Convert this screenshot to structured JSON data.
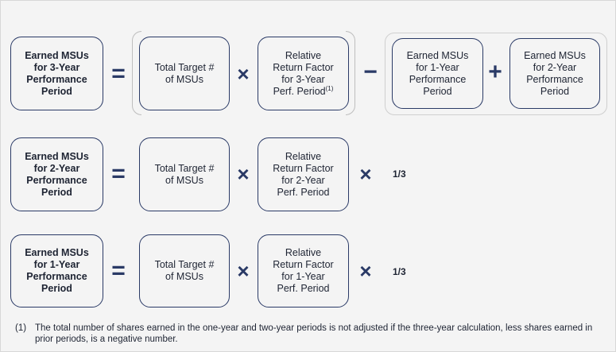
{
  "rows": [
    {
      "result": "Earned MSUs\nfor 3-Year\nPerformance\nPeriod",
      "equals": "=",
      "target": "Total Target #\nof MSUs",
      "times": "×",
      "factor": "Relative\nReturn Factor\nfor 3-Year\nPerf. Period",
      "factor_footnote": "(1)",
      "minus": "−",
      "earned_1yr": "Earned MSUs\nfor 1-Year\nPerformance\nPeriod",
      "plus": "+",
      "earned_2yr": "Earned MSUs\nfor 2-Year\nPerformance\nPeriod"
    },
    {
      "result": "Earned MSUs\nfor 2-Year\nPerformance\nPeriod",
      "equals": "=",
      "target": "Total Target #\nof MSUs",
      "times": "×",
      "factor": "Relative\nReturn Factor\nfor 2-Year\nPerf. Period",
      "times2": "×",
      "fraction": "1/3"
    },
    {
      "result": "Earned MSUs\nfor 1-Year\nPerformance\nPeriod",
      "equals": "=",
      "target": "Total Target #\nof MSUs",
      "times": "×",
      "factor": "Relative\nReturn Factor\nfor 1-Year\nPerf. Period",
      "times2": "×",
      "fraction": "1/3"
    }
  ],
  "footnote": {
    "number": "(1)",
    "text": "The total number of shares earned in the one-year and two-year periods is not adjusted if the three-year calculation, less shares earned in prior periods, is a negative number."
  }
}
